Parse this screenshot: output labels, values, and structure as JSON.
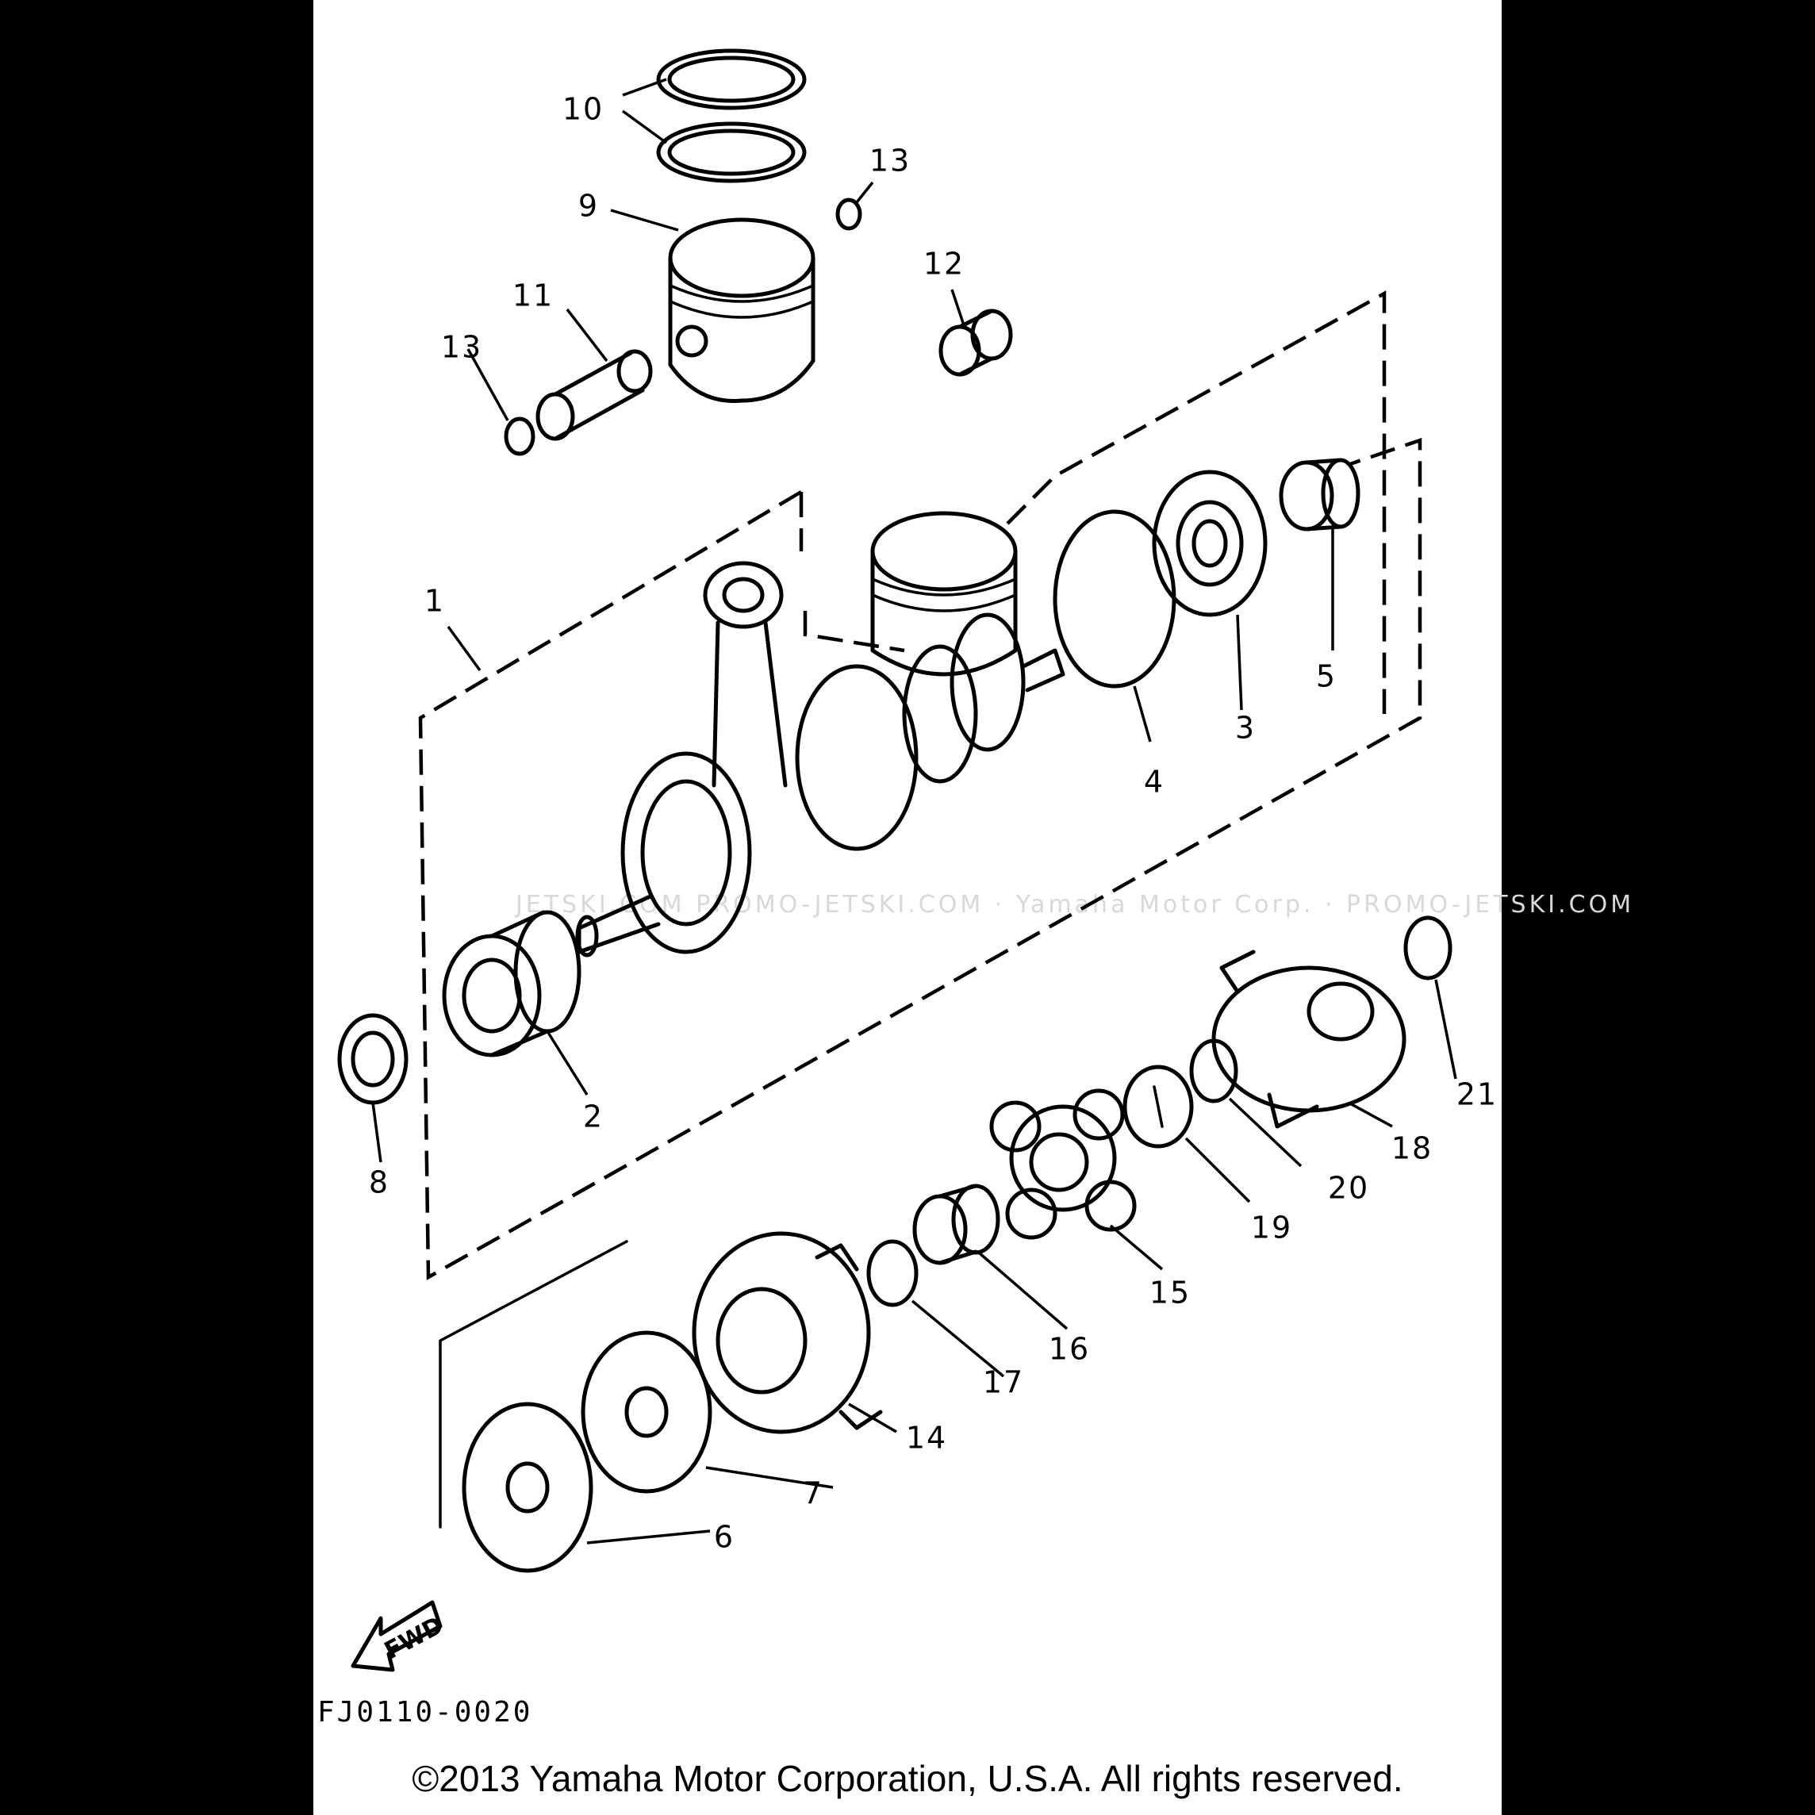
{
  "diagram": {
    "part_numbers": [
      "1",
      "2",
      "3",
      "4",
      "5",
      "6",
      "7",
      "8",
      "9",
      "10",
      "11",
      "12",
      "13",
      "13",
      "14",
      "15",
      "16",
      "17",
      "18",
      "19",
      "20",
      "21"
    ],
    "direction_label": "FWD",
    "figure_code": "FJ0110-0020",
    "watermark": "JETSKI.COM  PROMO-JETSKI.COM · Yamaha Motor Corp. · PROMO-JETSKI.COM",
    "copyright": "©2013 Yamaha Motor Corporation, U.S.A. All rights reserved."
  }
}
